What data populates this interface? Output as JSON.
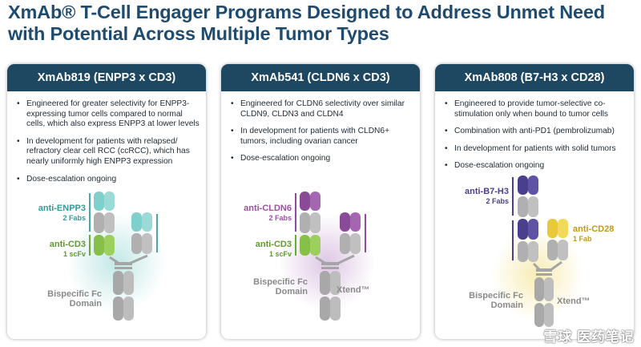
{
  "title": "XmAb® T-Cell Engager Programs Designed to Address Unmet Need with Potential Across Multiple Tumor Types",
  "colors": {
    "header_bg": "#1e4762",
    "title": "#1f4b6e",
    "teal": "#6fc9c6",
    "green": "#8cc34f",
    "purple": "#8a4f9a",
    "indigo": "#4a3f8e",
    "yellow": "#f1d54b",
    "grey": "#b3b3b3"
  },
  "cards": [
    {
      "name": "XmAb819 (ENPP3 x CD3)",
      "bullets": [
        "Engineered for greater selectivity for ENPP3-expressing tumor cells compared to normal cells, which also express ENPP3 at lower levels",
        "In development for patients with relapsed/ refractory clear cell RCC (ccRCC), which has nearly uniformly high ENPP3 expression",
        "Dose-escalation ongoing"
      ],
      "labels": {
        "top": "anti-ENPP3",
        "top_sub": "2 Fabs",
        "mid": "anti-CD3",
        "mid_sub": "1 scFv",
        "fc": "Bispecific Fc Domain"
      }
    },
    {
      "name": "XmAb541 (CLDN6 x CD3)",
      "bullets": [
        "Engineered for CLDN6 selectivity over similar CLDN9, CLDN3 and CLDN4",
        "In development for patients with CLDN6+ tumors, including ovarian cancer",
        "Dose-escalation ongoing"
      ],
      "labels": {
        "top": "anti-CLDN6",
        "top_sub": "2 Fabs",
        "mid": "anti-CD3",
        "mid_sub": "1 scFv",
        "fc": "Bispecific Fc Domain",
        "xtend": "Xtend™"
      }
    },
    {
      "name": "XmAb808 (B7-H3 x CD28)",
      "bullets": [
        "Engineered to provide tumor-selective co-stimulation only when bound to tumor cells",
        "Combination with anti-PD1 (pembrolizumab)",
        "In development for patients with solid tumors",
        "Dose-escalation ongoing"
      ],
      "labels": {
        "top": "anti-B7-H3",
        "top_sub": "2 Fabs",
        "right": "anti-CD28",
        "right_sub": "1 Fab",
        "fc": "Bispecific Fc Domain",
        "xtend": "Xtend™"
      }
    }
  ],
  "watermark": "雪球 医药笔记"
}
